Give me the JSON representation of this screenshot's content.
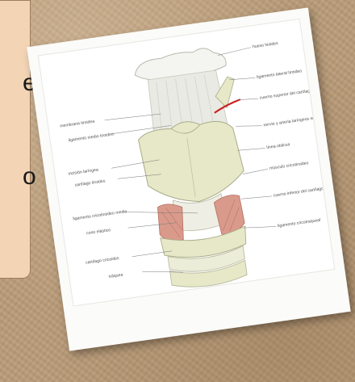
{
  "slide": {
    "text_fragments": [
      "e",
      "o"
    ]
  },
  "diagram": {
    "labels_left": [
      "membrana tiroidea",
      "ligamento medio tiroideo",
      "incisión laríngea",
      "cartílago tiroides",
      "ligamento cricotiroideo medio",
      "cono elástico",
      "cartílago cricoides",
      "tráquea"
    ],
    "labels_right": [
      "hueso hioides",
      "ligamento lateral tiroideo",
      "cuerno superior del cartílago tiroides",
      "nervio y arteria laríngeos superiores",
      "línea oblicua",
      "músculo cricotiroideo",
      "cuerno inferior del cartílago tiroides",
      "ligamento cricotraqueal"
    ],
    "colors": {
      "cartilage": "#e6e8c8",
      "muscle": "#d99a8c",
      "nerve": "#cc2222",
      "bone": "#f4f4f0"
    }
  }
}
